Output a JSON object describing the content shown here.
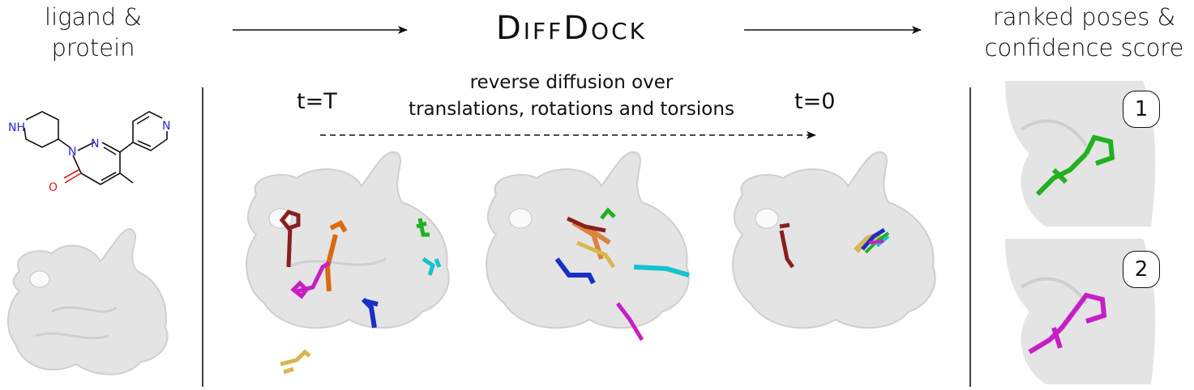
{
  "inputs_label_line1": "ligand &",
  "inputs_label_line2": "protein",
  "model_title": "DiffDock",
  "outputs_label_line1": "ranked poses &",
  "outputs_label_line2": "confidence score",
  "process": {
    "description_line1": "reverse diffusion over",
    "description_line2": "translations, rotations and torsions",
    "start_label": "t=T",
    "end_label": "t=0"
  },
  "molecule": {
    "nh_label": "NH",
    "n1_label": "N",
    "n2_label": "N",
    "n3_label": "N",
    "o_label": "O"
  },
  "ranks": [
    "1",
    "2"
  ],
  "colors": {
    "protein": "#e4e4e4",
    "protein_edge": "#c8c8c8",
    "text": "#111111",
    "nitrogen": "#2a2ad0",
    "oxygen": "#e01818",
    "ligand_darkred": "#8a1f1f",
    "ligand_orange": "#d96a12",
    "ligand_magenta": "#c81ec8",
    "ligand_green": "#22b022",
    "ligand_cyan": "#14c4cc",
    "ligand_blue": "#1a2fc4",
    "ligand_gold": "#d8b650"
  }
}
